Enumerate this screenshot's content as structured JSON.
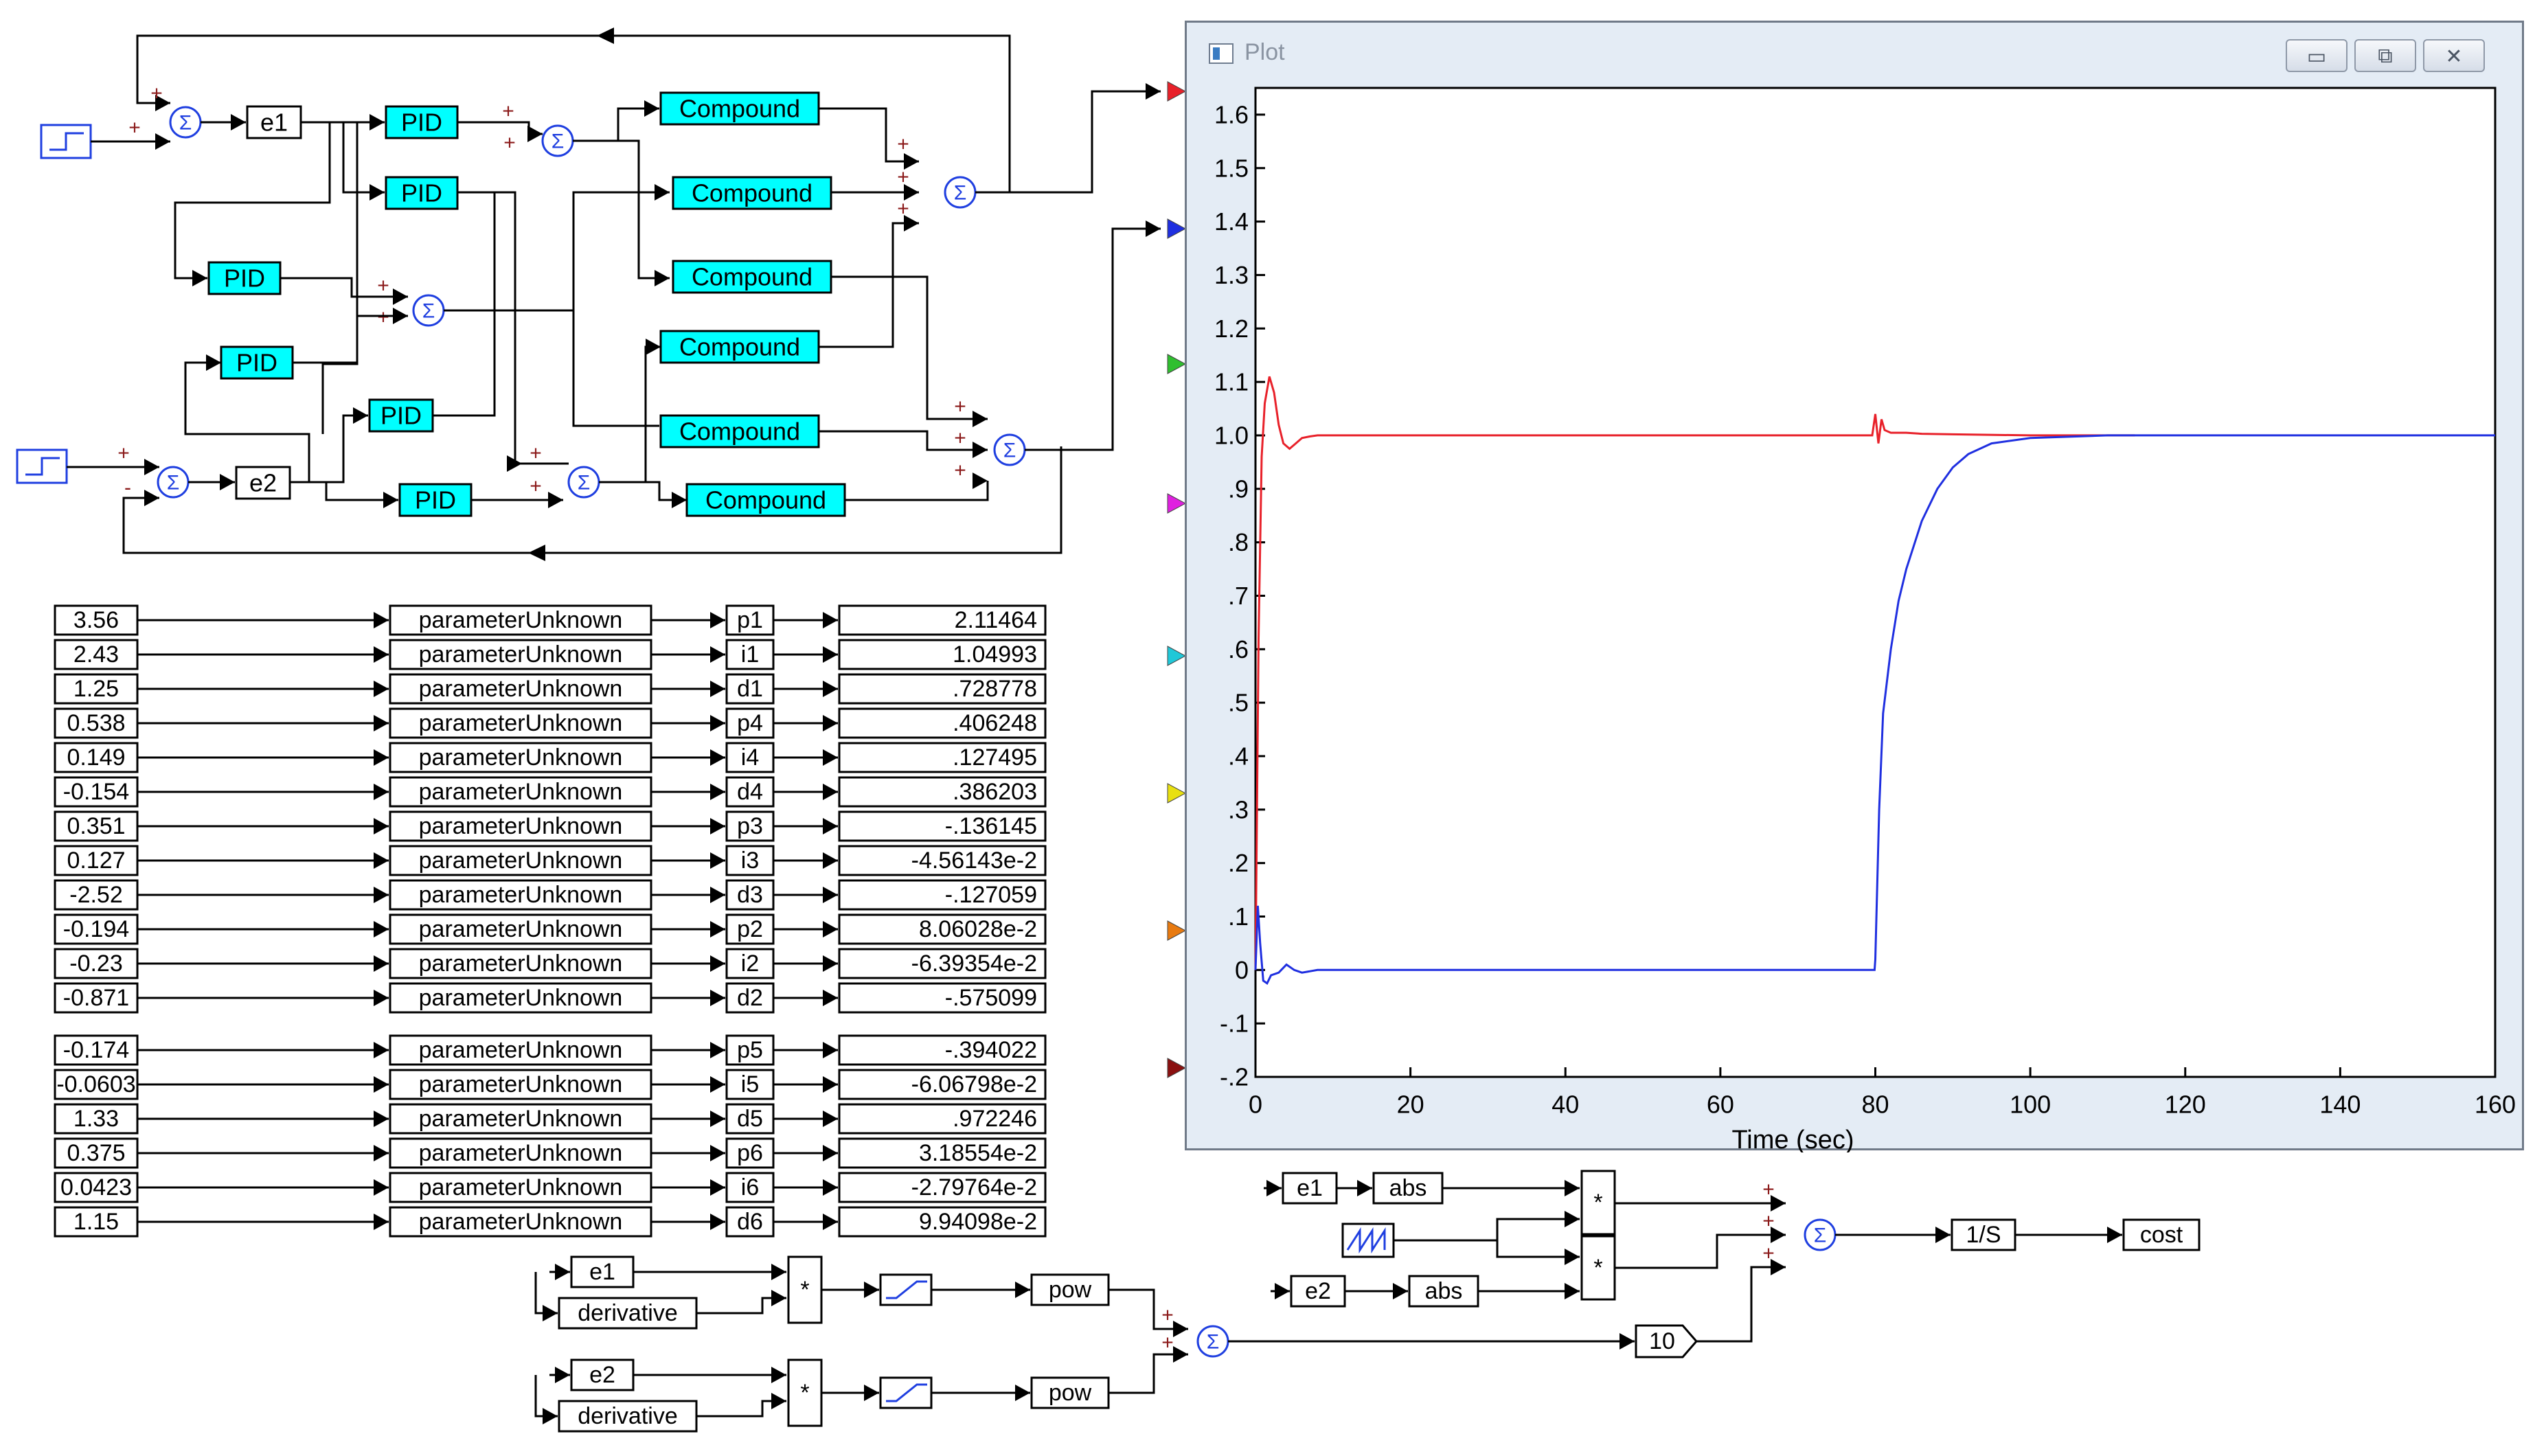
{
  "plot_window": {
    "title": "Plot",
    "min_label": "▭",
    "max_label": "⧉",
    "close_label": "✕"
  },
  "blocks": {
    "error_1": "e1",
    "error_2": "e2",
    "pid": "PID",
    "compound": "Compound",
    "sum_symbol": "Σ",
    "plus": "+",
    "minus": "-"
  },
  "parameters": {
    "block_label": "parameterUnknown",
    "rows": [
      {
        "input": "3.56",
        "name": "p1",
        "output": "2.11464"
      },
      {
        "input": "2.43",
        "name": "i1",
        "output": "1.04993"
      },
      {
        "input": "1.25",
        "name": "d1",
        "output": ".728778"
      },
      {
        "input": "0.538",
        "name": "p4",
        "output": ".406248"
      },
      {
        "input": "0.149",
        "name": "i4",
        "output": ".127495"
      },
      {
        "input": "-0.154",
        "name": "d4",
        "output": ".386203"
      },
      {
        "input": "0.351",
        "name": "p3",
        "output": "-.136145"
      },
      {
        "input": "0.127",
        "name": "i3",
        "output": "-4.56143e-2"
      },
      {
        "input": "-2.52",
        "name": "d3",
        "output": "-.127059"
      },
      {
        "input": "-0.194",
        "name": "p2",
        "output": "8.06028e-2"
      },
      {
        "input": "-0.23",
        "name": "i2",
        "output": "-6.39354e-2"
      },
      {
        "input": "-0.871",
        "name": "d2",
        "output": "-.575099"
      },
      {
        "input": "-0.174",
        "name": "p5",
        "output": "-.394022"
      },
      {
        "input": "-0.0603",
        "name": "i5",
        "output": "-6.06798e-2"
      },
      {
        "input": "1.33",
        "name": "d5",
        "output": ".972246"
      },
      {
        "input": "0.375",
        "name": "p6",
        "output": "3.18554e-2"
      },
      {
        "input": "0.0423",
        "name": "i6",
        "output": "-2.79764e-2"
      },
      {
        "input": "1.15",
        "name": "d6",
        "output": "9.94098e-2"
      }
    ]
  },
  "cost_path": {
    "abs": "abs",
    "multiply": "*",
    "integrator": "1/S",
    "cost": "cost",
    "gain": "10",
    "derivative": "derivative",
    "pow": "pow"
  },
  "colors": {
    "pid_fill": "#00ffff",
    "sum_color": "#1f3fe0",
    "wire": "#000000",
    "connector_colors": [
      "#e8212a",
      "#1f2fe0",
      "#2fbf2f",
      "#e020e0",
      "#20c8d8",
      "#e8e010",
      "#e87a10",
      "#8a1010"
    ]
  },
  "chart_data": {
    "type": "line",
    "title": "",
    "xlabel": "Time (sec)",
    "ylabel": "",
    "xlim": [
      0,
      160
    ],
    "ylim": [
      -0.2,
      1.65
    ],
    "x_ticks": [
      0,
      20,
      40,
      60,
      80,
      100,
      120,
      140,
      160
    ],
    "x_tick_labels": [
      "0",
      "20",
      "40",
      "60",
      "80",
      "100",
      "120",
      "140",
      "160"
    ],
    "y_ticks": [
      -0.2,
      -0.1,
      0,
      0.1,
      0.2,
      0.3,
      0.4,
      0.5,
      0.6,
      0.7,
      0.8,
      0.9,
      1.0,
      1.1,
      1.2,
      1.3,
      1.4,
      1.5,
      1.6
    ],
    "y_tick_labels": [
      "-.2",
      "-.1",
      "0",
      ".1",
      ".2",
      ".3",
      ".4",
      ".5",
      ".6",
      ".7",
      ".8",
      ".9",
      "1.0",
      "1.1",
      "1.2",
      "1.3",
      "1.4",
      "1.5",
      "1.6"
    ],
    "grid": false,
    "series": [
      {
        "color": "#e8212a",
        "x": [
          0,
          0.4,
          0.8,
          1.2,
          1.8,
          2.4,
          3.0,
          3.6,
          4.4,
          5.2,
          6.0,
          7.0,
          8.0,
          10,
          20,
          40,
          60,
          79.6,
          80.0,
          80.4,
          80.8,
          81.2,
          82,
          84,
          86,
          90,
          100,
          113.5
        ],
        "y": [
          0,
          0.62,
          0.96,
          1.06,
          1.11,
          1.08,
          1.02,
          0.985,
          0.975,
          0.985,
          0.995,
          0.998,
          1.0,
          1.0,
          1.0,
          1.0,
          1.0,
          1.0,
          1.04,
          0.985,
          1.03,
          1.01,
          1.005,
          1.005,
          1.003,
          1.002,
          1.0,
          1.0
        ]
      },
      {
        "color": "#1f2fe0",
        "x": [
          0,
          0.3,
          0.6,
          1.0,
          1.5,
          2.0,
          3.0,
          4.0,
          5.0,
          6.0,
          8.0,
          12,
          20,
          40,
          79.9,
          80.0,
          80.5,
          81,
          82,
          83,
          84,
          86,
          88,
          90,
          92,
          95,
          100,
          110,
          130,
          160
        ],
        "y": [
          0,
          0.12,
          0.05,
          -0.02,
          -0.025,
          -0.01,
          -0.005,
          0.01,
          0.0,
          -0.005,
          0.0,
          0.0,
          0.0,
          0.0,
          0.0,
          0.02,
          0.3,
          0.48,
          0.6,
          0.69,
          0.75,
          0.84,
          0.9,
          0.94,
          0.965,
          0.985,
          0.995,
          1.0,
          1.0,
          1.0
        ]
      }
    ]
  }
}
